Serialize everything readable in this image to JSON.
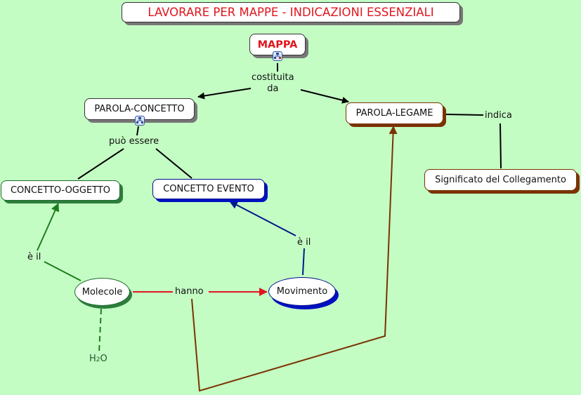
{
  "title": "LAVORARE PER MAPPE - INDICAZIONI ESSENZIALI",
  "colors": {
    "background": "#c4fdc4",
    "title_text": "#e0161e",
    "link_black": "#000000",
    "link_brown": "#7a3300",
    "link_green": "#1d7d1d",
    "link_blue": "#001a8a",
    "link_red": "#e0161e"
  },
  "concepts": {
    "mappa": "MAPPA",
    "parola_concetto": "PAROLA-CONCETTO",
    "parola_legame": "PAROLA-LEGAME",
    "significato": "Significato del Collegamento",
    "concetto_oggetto": "CONCETTO-OGGETTO",
    "concetto_evento": "CONCETTO EVENTO",
    "molecole": "Molecole",
    "movimento": "Movimento",
    "h2o_main": "H",
    "h2o_sub": "2",
    "h2o_end": "O"
  },
  "linking_phrases": {
    "costituita_da_line1": "costituita",
    "costituita_da_line2": "da",
    "puo_essere": "può essere",
    "indica": "indica",
    "e_il_left": "è il",
    "e_il_right": "è il",
    "hanno": "hanno"
  },
  "icons": {
    "mappa_submap": "submap-icon",
    "parola_concetto_submap": "submap-icon"
  }
}
